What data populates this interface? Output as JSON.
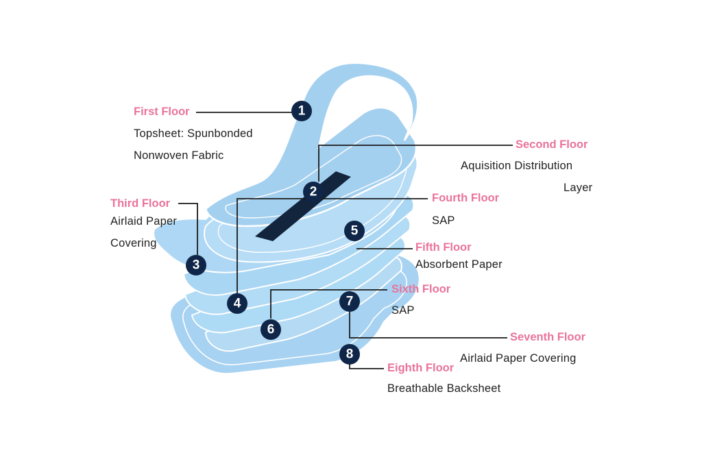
{
  "callouts": [
    {
      "number": "1",
      "floor": "First Floor",
      "desc": [
        "Topsheet: Spunbonded",
        "Nonwoven Fabric"
      ]
    },
    {
      "number": "2",
      "floor": "Second Floor",
      "desc": [
        "Aquisition Distribution",
        "Layer"
      ]
    },
    {
      "number": "3",
      "floor": "Third Floor",
      "desc": [
        "Airlaid Paper",
        "Covering"
      ]
    },
    {
      "number": "4",
      "floor": "Fourth Floor",
      "desc": [
        "SAP"
      ]
    },
    {
      "number": "5",
      "floor": "Fifth Floor",
      "desc": [
        "Absorbent Paper"
      ]
    },
    {
      "number": "6",
      "floor": "Sixth Floor",
      "desc": [
        "SAP"
      ]
    },
    {
      "number": "7",
      "floor": "Seventh Floor",
      "desc": [
        "Airlaid Paper Covering"
      ]
    },
    {
      "number": "8",
      "floor": "Eighth Floor",
      "desc": [
        "Breathable Backsheet"
      ]
    }
  ],
  "colors": {
    "floor_label": "#e9739a",
    "badge": "#0f2648",
    "pad_fill": "#a9d4f2",
    "pad_stroke": "#ffffff",
    "core_strip": "#13243d"
  }
}
